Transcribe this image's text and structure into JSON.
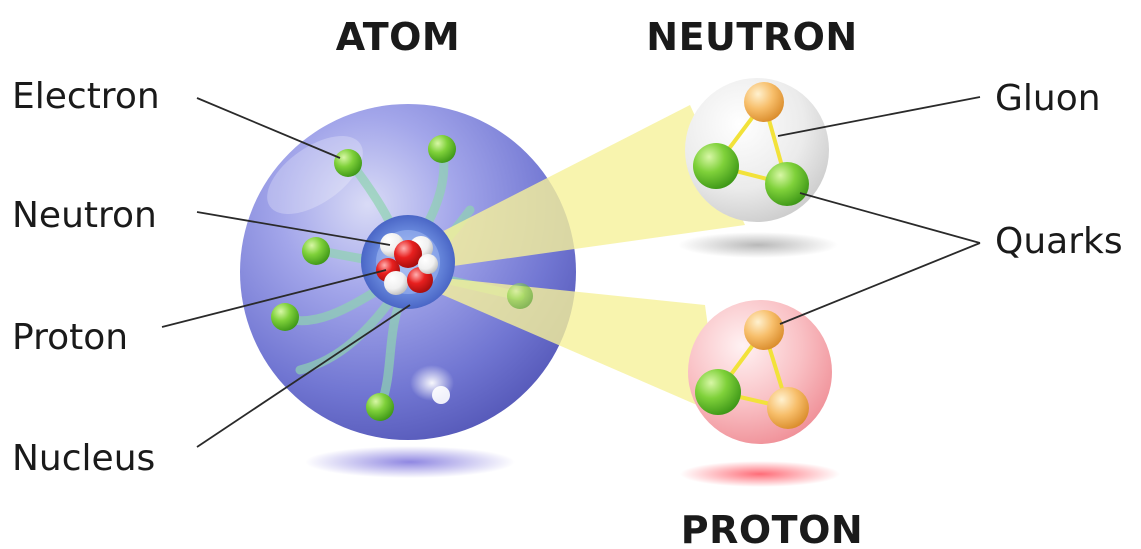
{
  "titles": {
    "atom": "ATOM",
    "neutron": "NEUTRON",
    "proton": "PROTON"
  },
  "labels": {
    "electron": "Electron",
    "neutron": "Neutron",
    "proton": "Proton",
    "nucleus": "Nucleus",
    "gluon": "Gluon",
    "quarks": "Quarks"
  },
  "colors": {
    "atom_sphere": "#7b7fd6",
    "electron": "#6cc52f",
    "orbit": "#8fd3b0",
    "nucleus_ring": "#4e6fd0",
    "proton_particle": "#e21b1b",
    "neutron_particle": "#f4f4f4",
    "beam": "#f7f3a0",
    "neutron_sphere": "#e6e6e6",
    "proton_sphere": "#f7b3b8",
    "quark_green": "#6cc52f",
    "quark_orange": "#f6b85a",
    "gluon_line": "#f2e23a"
  }
}
